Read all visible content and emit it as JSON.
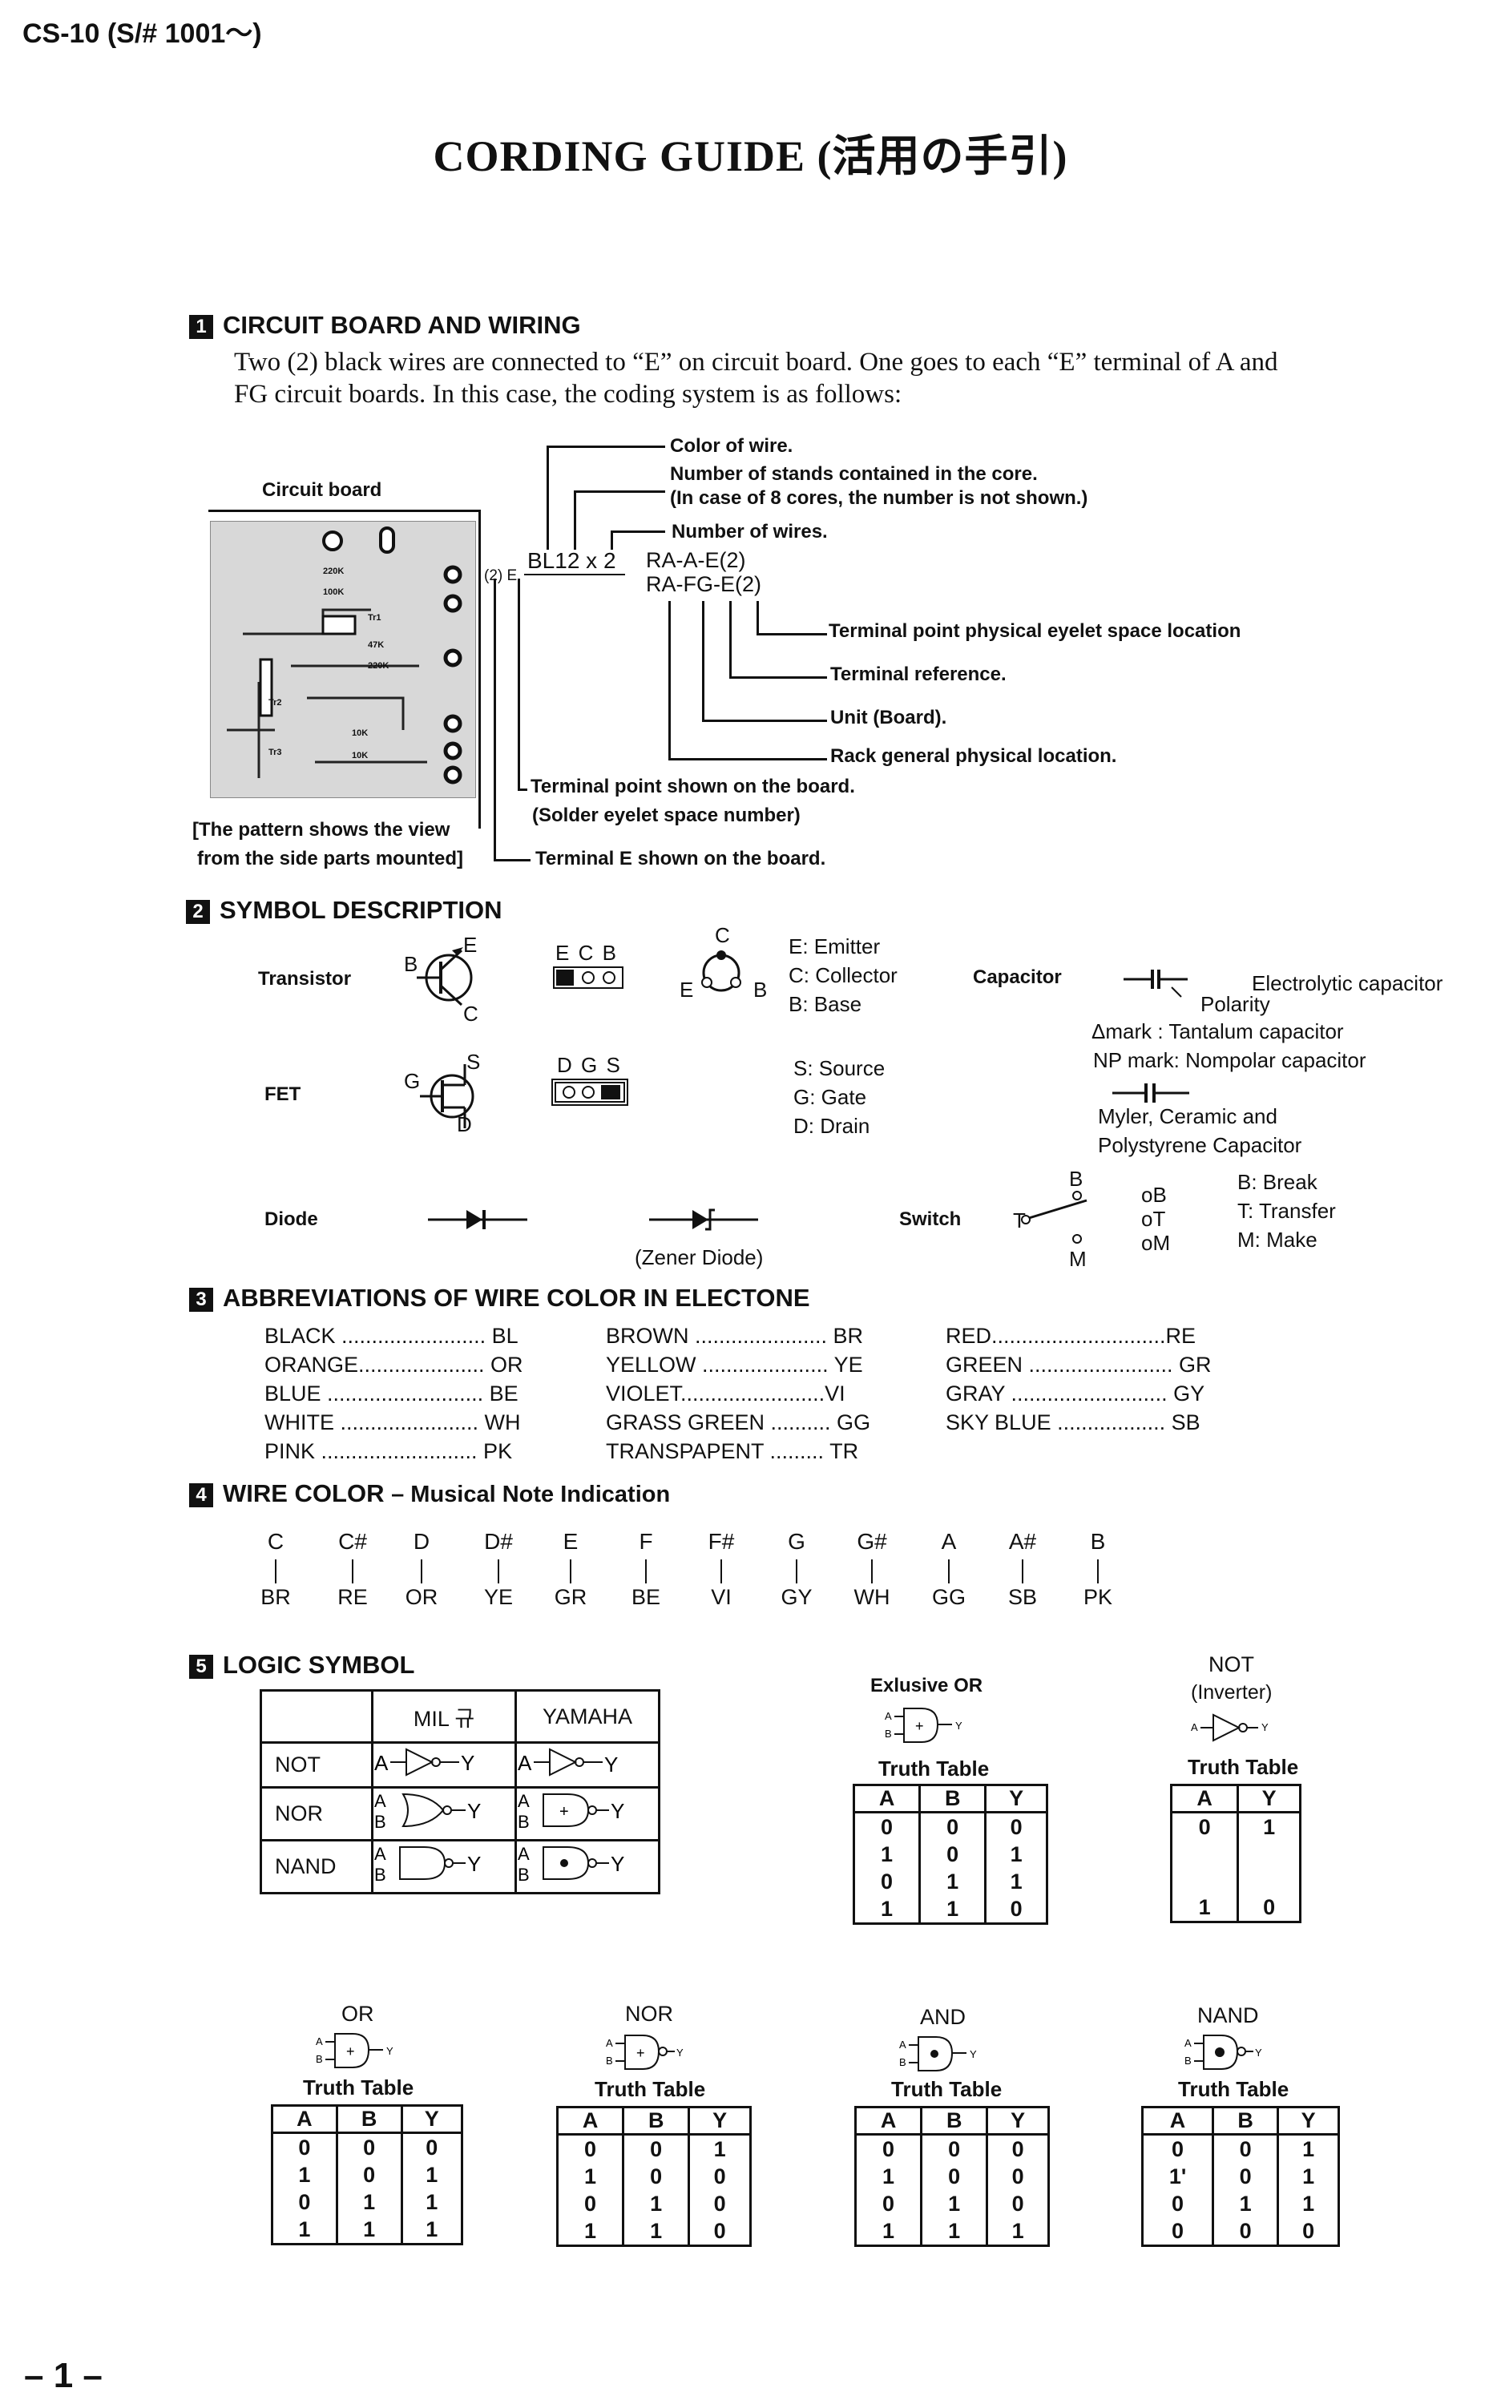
{
  "header": {
    "model": "CS-10 (S/# 1001～)",
    "title": "CORDING GUIDE (活用の手引)"
  },
  "sec1": {
    "num": "1",
    "title": "CIRCUIT BOARD AND WIRING",
    "line1": "Two (2) black wires are connected to “E” on circuit board. One goes to each “E” terminal of A and",
    "line2": "FG circuit boards. In this case, the coding system is as follows:",
    "board_label": "Circuit board",
    "code_prefix": "(2) E",
    "code": "BL12 x 2",
    "dest1": "RA-A-E(2)",
    "dest2": "RA-FG-E(2)",
    "ann_color": "Color of wire.",
    "ann_stands": "Number of stands contained in the core.",
    "ann_stands2": "(In case of 8 cores, the number is not shown.)",
    "ann_wires": "Number of wires.",
    "ann_eyelet": "Terminal point physical eyelet space location",
    "ann_ref": "Terminal reference.",
    "ann_unit": "Unit (Board).",
    "ann_rack": "Rack general physical location.",
    "ann_tpoint": "Terminal point shown on the board.",
    "ann_tpoint2": "(Solder eyelet space number)",
    "ann_te": "Terminal E shown on the board.",
    "pattern1": "[The pattern shows the view",
    "pattern2": "from the side parts mounted]",
    "board_parts": [
      "220K",
      "100K",
      "47K",
      "220K",
      "10K",
      "10K",
      "Tr1",
      "Tr2",
      "Tr3"
    ]
  },
  "sec2": {
    "num": "2",
    "title": "SYMBOL DESCRIPTION",
    "transistor": "Transistor",
    "t_pins": "E C B",
    "t_e": "E",
    "t_b": "B",
    "t_c": "C",
    "t_desc": [
      "E: Emitter",
      "C: Collector",
      "B: Base"
    ],
    "fet": "FET",
    "f_pins": "D G S",
    "f_s": "S",
    "f_g": "G",
    "f_d": "D",
    "f_desc": [
      "S: Source",
      "G: Gate",
      "D: Drain"
    ],
    "diode": "Diode",
    "zener": "(Zener Diode)",
    "capacitor": "Capacitor",
    "cap_electrolytic": "Electrolytic capacitor",
    "cap_polarity": "Polarity",
    "cap_tantalum": "Δmark : Tantalum capacitor",
    "cap_np": "NP mark: Nompolar capacitor",
    "cap_myler1": "Myler, Ceramic and",
    "cap_myler2": "Polystyrene Capacitor",
    "switch": "Switch",
    "sw_b": "B",
    "sw_t": "T",
    "sw_m": "M",
    "sw_ob": "oB",
    "sw_ot": "oT",
    "sw_om": "oM",
    "sw_desc": [
      "B: Break",
      "T: Transfer",
      "M: Make"
    ]
  },
  "sec3": {
    "num": "3",
    "title": "ABBREVIATIONS OF WIRE COLOR IN ELECTONE",
    "col1": [
      "BLACK ........................ BL",
      "ORANGE..................... OR",
      "BLUE .......................... BE",
      "WHITE ....................... WH",
      "PINK .......................... PK"
    ],
    "col2": [
      "BROWN ...................... BR",
      "YELLOW ..................... YE",
      "VIOLET........................VI",
      "GRASS GREEN .......... GG",
      "TRANSPAPENT ......... TR"
    ],
    "col3": [
      "RED.............................RE",
      "GREEN ........................ GR",
      "GRAY .......................... GY",
      "SKY BLUE .................. SB"
    ]
  },
  "sec4": {
    "num": "4",
    "title": "WIRE COLOR",
    "subtitle": "– Musical Note Indication",
    "notes": [
      "C",
      "C#",
      "D",
      "D#",
      "E",
      "F",
      "F#",
      "G",
      "G#",
      "A",
      "A#",
      "B"
    ],
    "colors": [
      "BR",
      "RE",
      "OR",
      "YE",
      "GR",
      "BE",
      "VI",
      "GY",
      "WH",
      "GG",
      "SB",
      "PK"
    ]
  },
  "sec5": {
    "num": "5",
    "title": "LOGIC SYMBOL",
    "col_mil": "MIL 규",
    "col_yamaha": "YAMAHA",
    "rows": [
      "NOT",
      "NOR",
      "NAND"
    ],
    "xor_title": "Exlusive OR",
    "not_title1": "NOT",
    "not_title2": "(Inverter)",
    "truth": "Truth Table",
    "xor_table": {
      "head": [
        "A",
        "B",
        "Y"
      ],
      "rows": [
        [
          "0",
          "0",
          "0"
        ],
        [
          "1",
          "0",
          "1"
        ],
        [
          "0",
          "1",
          "1"
        ],
        [
          "1",
          "1",
          "0"
        ]
      ]
    },
    "not_table": {
      "head": [
        "A",
        "Y"
      ],
      "rows": [
        [
          "0",
          "1"
        ],
        [
          "1",
          "0"
        ]
      ]
    },
    "or_title": "OR",
    "nor_title": "NOR",
    "and_title": "AND",
    "nand_title": "NAND",
    "or_table": {
      "head": [
        "A",
        "B",
        "Y"
      ],
      "rows": [
        [
          "0",
          "0",
          "0"
        ],
        [
          "1",
          "0",
          "1"
        ],
        [
          "0",
          "1",
          "1"
        ],
        [
          "1",
          "1",
          "1"
        ]
      ]
    },
    "nor_table": {
      "head": [
        "A",
        "B",
        "Y"
      ],
      "rows": [
        [
          "0",
          "0",
          "1"
        ],
        [
          "1",
          "0",
          "0"
        ],
        [
          "0",
          "1",
          "0"
        ],
        [
          "1",
          "1",
          "0"
        ]
      ]
    },
    "and_table": {
      "head": [
        "A",
        "B",
        "Y"
      ],
      "rows": [
        [
          "0",
          "0",
          "0"
        ],
        [
          "1",
          "0",
          "0"
        ],
        [
          "0",
          "1",
          "0"
        ],
        [
          "1",
          "1",
          "1"
        ]
      ]
    },
    "nand_table": {
      "head": [
        "A",
        "B",
        "Y"
      ],
      "rows": [
        [
          "0",
          "0",
          "1"
        ],
        [
          "1'",
          "0",
          "1"
        ],
        [
          "0",
          "1",
          "1"
        ],
        [
          "0",
          "0",
          "0"
        ]
      ]
    },
    "gate_a": "A",
    "gate_b": "B",
    "gate_y": "Y"
  },
  "footer": {
    "page": "– 1 –"
  }
}
